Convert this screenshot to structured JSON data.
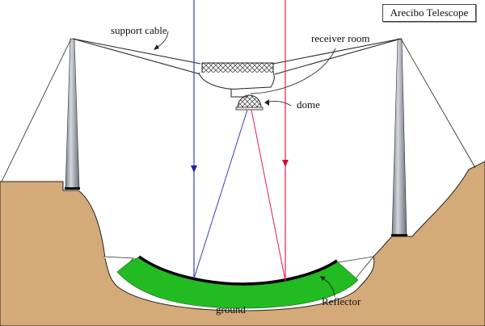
{
  "diagram": {
    "title": "Arecibo Telescope",
    "labels": {
      "support_cable": "support cable",
      "receiver_room": "receiver room",
      "dome": "dome",
      "reflector": "Reflector",
      "ground": "ground"
    },
    "colors": {
      "ground": "#d4aa78",
      "reflector": "#22bb22",
      "incoming_ray_blue": "#3a3acc",
      "incoming_ray_red": "#e0204a",
      "tower": "#a8acb4"
    }
  }
}
